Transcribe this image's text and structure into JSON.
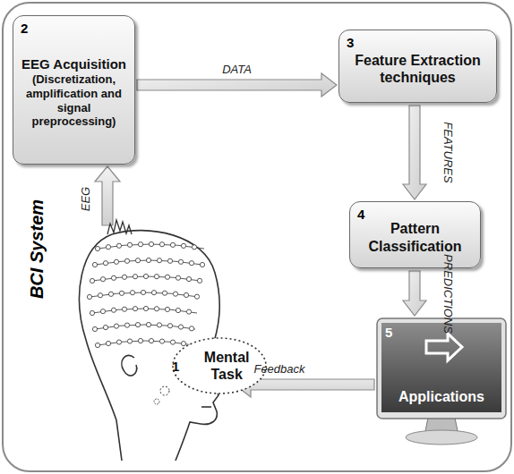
{
  "diagram": {
    "nodes": [
      {
        "text": [
          "2",
          "EEG Acquisition",
          "(Discretization, amplification and signal preprocessing)"
        ]
      },
      {
        "text": [
          "3",
          "Feature Extraction techniques"
        ]
      },
      {
        "text": [
          "4",
          "Pattern Classification"
        ]
      },
      {
        "text": [
          "5",
          "Applications"
        ]
      },
      {
        "text": [
          "1",
          "Mental Task"
        ]
      }
    ],
    "edges": [
      {
        "from": 0,
        "to": 1,
        "arrow": "to",
        "label": "DATA"
      },
      {
        "from": 1,
        "to": 2,
        "arrow": "to",
        "label": "FEATURES"
      },
      {
        "from": 2,
        "to": 3,
        "arrow": "to",
        "label": "PREDICTIONS"
      }
    ],
    "labels": [
      "EEG",
      "Feedback",
      "BCI System"
    ]
  }
}
